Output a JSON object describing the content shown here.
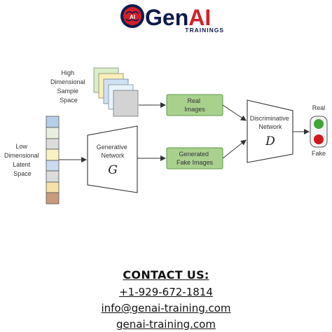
{
  "brand": {
    "name_dark": "Gen",
    "name_accent": "AI",
    "subtitle": "TRAININGS",
    "logo_badge": "AI",
    "color_dark": "#0d1b4c",
    "color_accent": "#d3202a"
  },
  "diagram": {
    "sample_space_label": [
      "High",
      "Dimensional",
      "Sample",
      "Space"
    ],
    "latent_space_label": [
      "Low",
      "Dimensional",
      "Latent",
      "Space"
    ],
    "generator_label": [
      "Generative",
      "Network"
    ],
    "generator_symbol": "G",
    "real_images_label": [
      "Real",
      "Images"
    ],
    "generated_images_label": [
      "Generated",
      "Fake Images"
    ],
    "discriminator_label": [
      "Discriminative",
      "Network"
    ],
    "discriminator_symbol": "D",
    "output_real": "Real",
    "output_fake": "Fake",
    "latent_colors": [
      "#b6cfe8",
      "#e9efe0",
      "#dcdcdc",
      "#fbf0c2",
      "#c9d9ee",
      "#dbdbdb",
      "#f6e2a6",
      "#c89b7c"
    ],
    "sample_colors": [
      "#d9edc8",
      "#fbeeb9",
      "#cfe0f2",
      "#e8f3fb",
      "#d3d3d3"
    ],
    "box_fill": "#a9d18e",
    "box_stroke": "#5f9a45",
    "light_real_color": "#3fa535",
    "light_fake_color": "#d0191f"
  },
  "contact": {
    "heading": "CONTACT US:",
    "phone": "+1-929-672-1814",
    "email": "info@genai-training.com",
    "website": "genai-training.com"
  }
}
